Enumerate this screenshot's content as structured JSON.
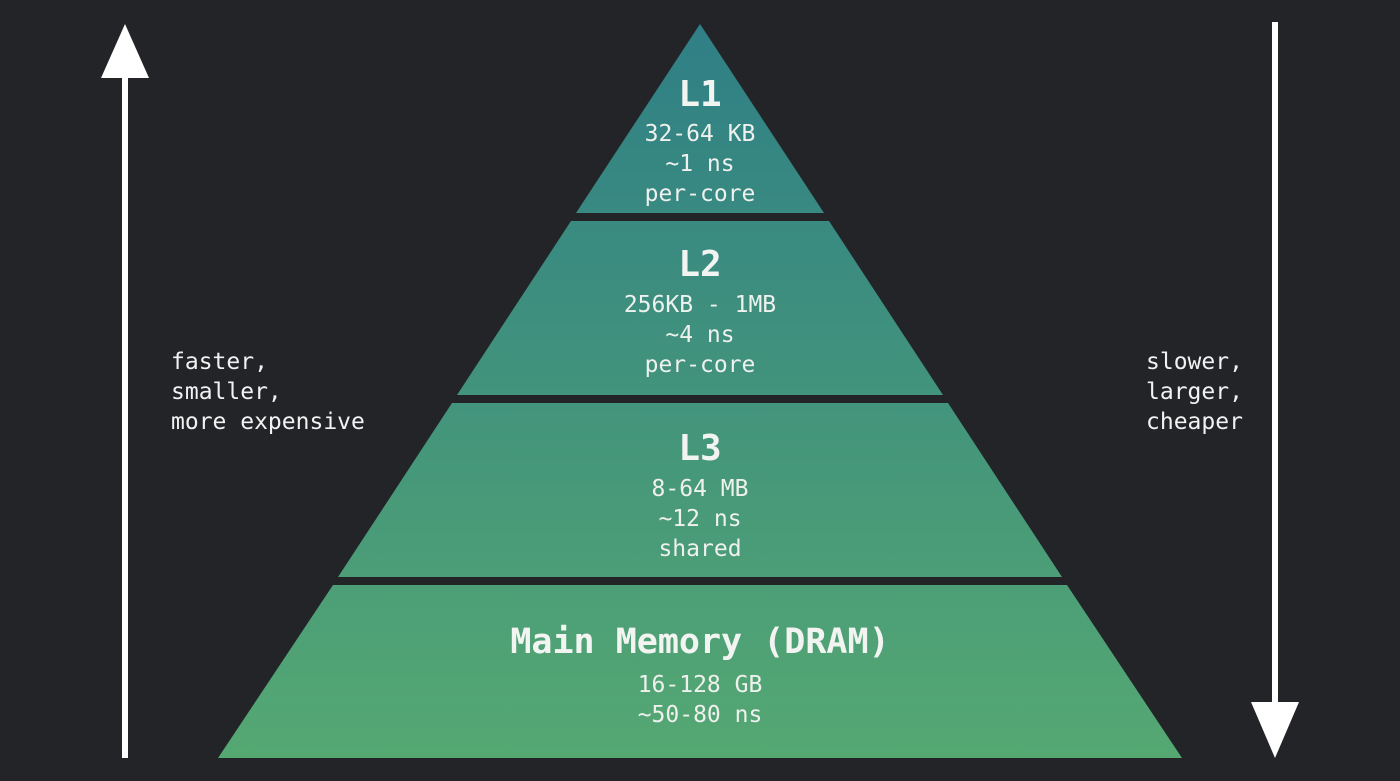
{
  "colors": {
    "background": "#222428",
    "arrow": "#ffffff",
    "tier_top": "#2f7f86",
    "tier_bottom": "#55a872",
    "text": "#f2f4f2"
  },
  "tiers": [
    {
      "title": "L1",
      "lines": [
        "32-64 KB",
        "~1 ns",
        "per-core"
      ]
    },
    {
      "title": "L2",
      "lines": [
        "256KB - 1MB",
        "~4 ns",
        "per-core"
      ]
    },
    {
      "title": "L3",
      "lines": [
        "8-64 MB",
        "~12 ns",
        "shared"
      ]
    },
    {
      "title": "Main Memory (DRAM)",
      "lines": [
        "16-128 GB",
        "~50-80 ns"
      ]
    }
  ],
  "left_note": {
    "direction": "up",
    "lines": [
      "faster,",
      "smaller,",
      "more expensive"
    ]
  },
  "right_note": {
    "direction": "down",
    "lines": [
      "slower,",
      "larger,",
      "cheaper"
    ]
  }
}
